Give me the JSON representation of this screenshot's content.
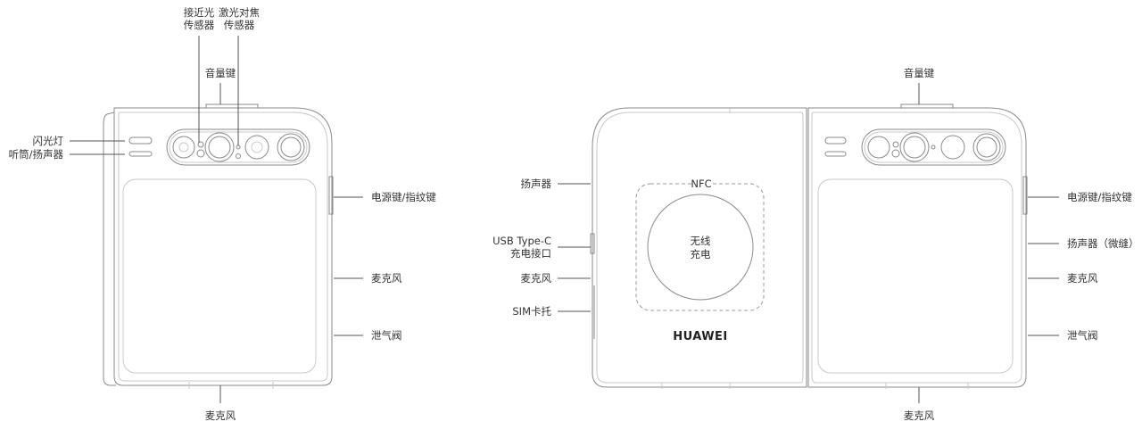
{
  "title": "Huawei foldable phone component diagram",
  "left_view": {
    "labels": {
      "proximity_sensor": [
        "接近光",
        "传感器"
      ],
      "laser_focus_sensor": [
        "激光对焦",
        "传感器"
      ],
      "volume_key": "音量键",
      "flash": "闪光灯",
      "earpiece_speaker": "听筒/扬声器",
      "power_fingerprint_key": "电源键/指纹键",
      "microphone_side": "麦克风",
      "vent_valve": "泄气阀",
      "microphone_bottom": "麦克风"
    }
  },
  "right_view": {
    "labels": {
      "speaker": "扬声器",
      "usb_port": [
        "USB Type-C",
        "充电接口"
      ],
      "microphone_side": "麦克风",
      "sim_tray": "SIM卡托",
      "nfc": "NFC",
      "wireless_charging": [
        "无线",
        "充电"
      ],
      "brand": "HUAWEI",
      "volume_key": "音量键",
      "power_fingerprint_key": "电源键/指纹键",
      "speaker_slit": "扬声器（微缝）",
      "microphone_right": "麦克风",
      "vent_valve": "泄气阀",
      "microphone_bottom": "麦克风"
    }
  }
}
